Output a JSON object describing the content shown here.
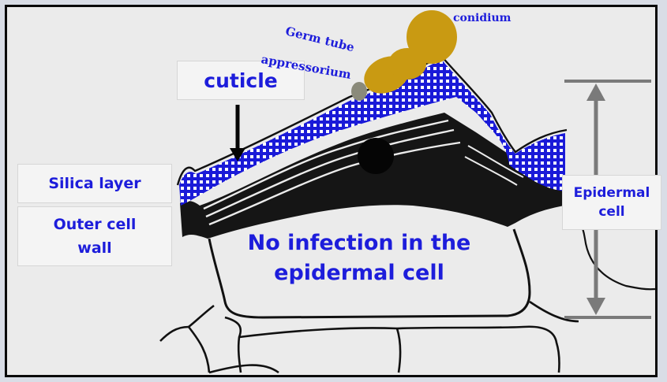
{
  "labels": {
    "cuticle": "cuticle",
    "germ_tube": "Germ tube",
    "appressorium": "appressorium",
    "conidium": "conidium",
    "silica_layer": "Silica layer",
    "outer_cell_wall_line1": "Outer cell",
    "outer_cell_wall_line2": "wall",
    "epidermal_line1": "Epidermal",
    "epidermal_line2": "cell",
    "center_line1": "No infection in the",
    "center_line2": "epidermal cell"
  },
  "colors": {
    "label_text": "#1d1ddb",
    "silica_fill": "#1a1ad8",
    "fungus_fill": "#c99a12",
    "appressorium_fill": "#8a8a7a",
    "wall_ink": "#111111",
    "background": "#ebebeb",
    "frame": "#0a0a0a",
    "arrow_gray": "#7a7a7a"
  },
  "icons": {
    "down_arrow": "black-down-arrow-icon",
    "dimension_arrow": "gray-double-arrow-icon",
    "papilla": "black-dot-icon"
  }
}
